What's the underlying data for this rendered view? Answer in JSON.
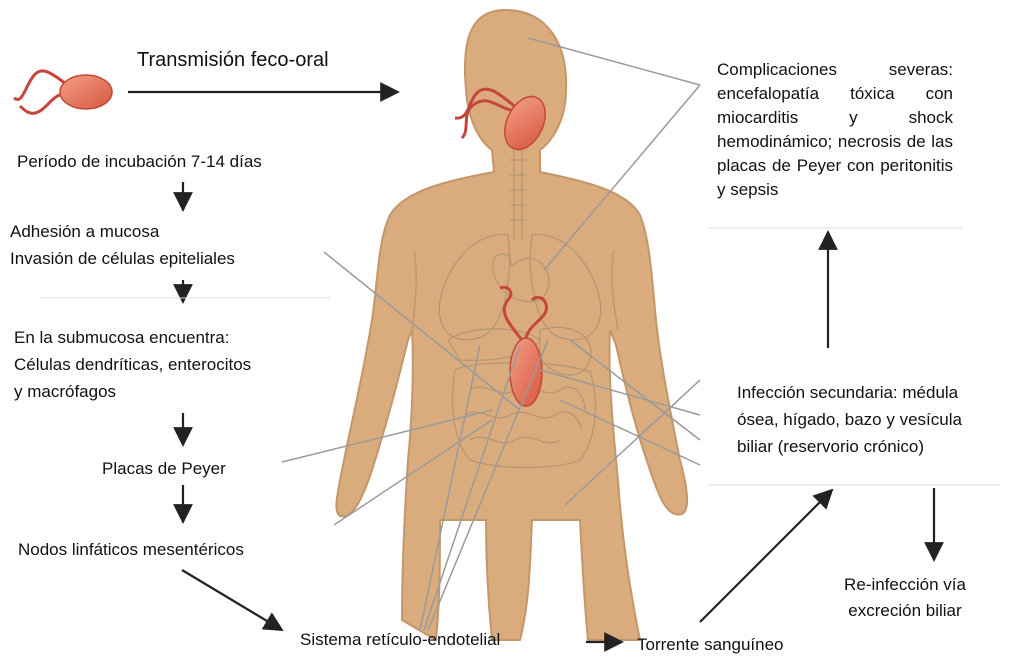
{
  "labels": {
    "transmission": "Transmisión feco-oral",
    "incubation": "Período de incubación 7-14 días",
    "adhesion": "Adhesión a mucosa",
    "invasion": "Invasión de células epiteliales",
    "submucosa_1": "En la submucosa encuentra:",
    "submucosa_2": "Células dendríticas, enterocitos",
    "submucosa_3": "y macrófagos",
    "peyer": "Placas de Peyer",
    "nodes": "Nodos linfáticos mesentéricos",
    "reticulo": "Sistema retículo-endotelial",
    "torrente": "Torrente sanguíneo",
    "complications": "Complicaciones severas: encefalopatía tóxica con miocarditis y shock hemodinámico; necrosis de las placas de Peyer con peritonitis y sepsis",
    "secondary_1": "Infección secundaria: médula",
    "secondary_2": "ósea, hígado, bazo y vesícula",
    "secondary_3": "biliar (reservorio crónico)",
    "reinfection_1": "Re-infección vía",
    "reinfection_2": "excreción biliar"
  },
  "colors": {
    "skin": "#d9ab7d",
    "skin_outline": "#b88a60",
    "bacterium": "#e2735a",
    "flagella": "#c8453a",
    "arrow": "#222222",
    "leader_line": "#9a9a9a",
    "organ_line": "#a89070"
  },
  "icons": [
    "bacterium-icon",
    "human-body-figure"
  ]
}
